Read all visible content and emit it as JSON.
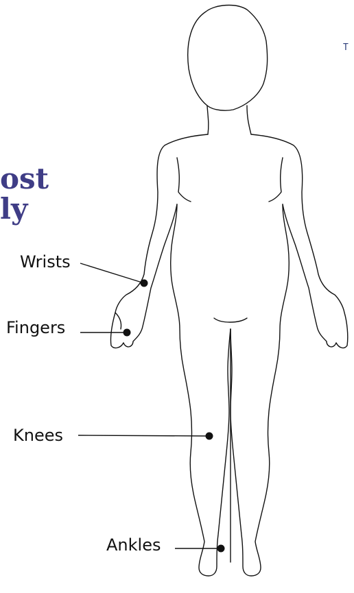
{
  "title_fragment": {
    "line1": "ost",
    "line2": "ly"
  },
  "side_fragment": "T",
  "joints": [
    {
      "id": "wrists",
      "label": "Wrists"
    },
    {
      "id": "fingers",
      "label": "Fingers"
    },
    {
      "id": "knees",
      "label": "Knees"
    },
    {
      "id": "ankles",
      "label": "Ankles"
    }
  ],
  "colors": {
    "title": "#3f3d86",
    "outline": "#111111",
    "marker": "#111111"
  }
}
